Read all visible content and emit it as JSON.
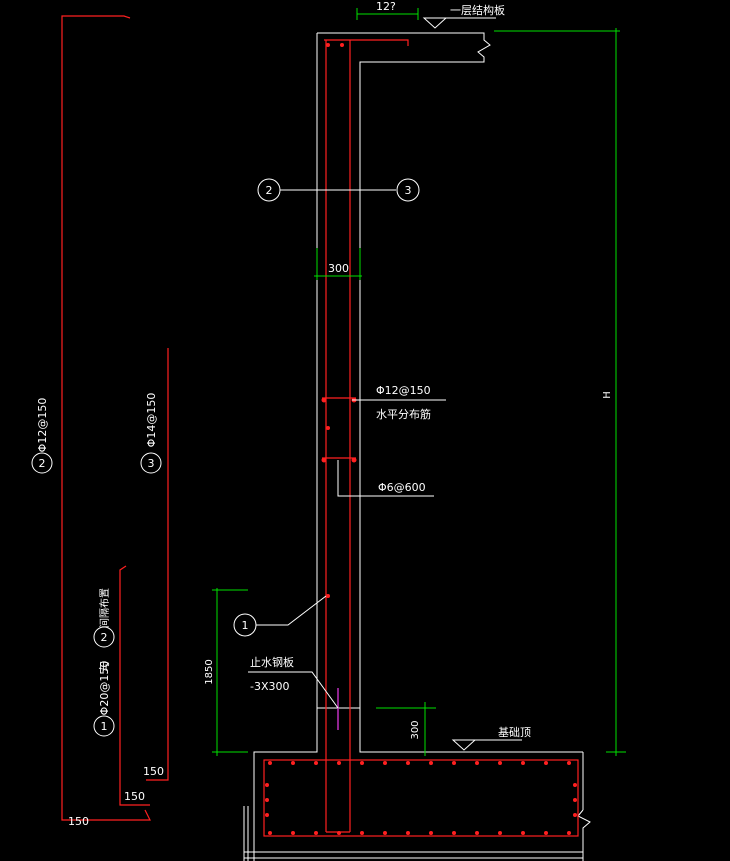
{
  "title_label": "一层结构板",
  "dim_top": "12?",
  "dim_wall_width": "300",
  "dim_height_label": "H",
  "dim_1850": "1850",
  "dim_300_bottom": "300",
  "base_label": "基础顶",
  "waterstop_label": "止水钢板",
  "waterstop_size": "-3X300",
  "callout_1": "1",
  "callout_2": "2",
  "callout_3": "3",
  "horiz_bar_spec": "Φ12@150",
  "horiz_bar_name": "水平分布筋",
  "tie_spec": "Φ6@600",
  "left_bar_2": {
    "num": "2",
    "spec": "Φ12@150"
  },
  "left_bar_3": {
    "num": "3",
    "spec": "Φ14@150"
  },
  "left_bar_1": {
    "num": "1",
    "spec": "Φ20@150",
    "joiner": "与",
    "num2": "2",
    "note": "间隔布置"
  },
  "anchor_150_a": "150",
  "anchor_150_b": "150",
  "anchor_150_c": "150",
  "colors": {
    "concrete": "#ffffff",
    "rebar": "#ff2020",
    "dimension": "#00e000",
    "waterstop": "#cc33cc",
    "background": "#000000"
  }
}
